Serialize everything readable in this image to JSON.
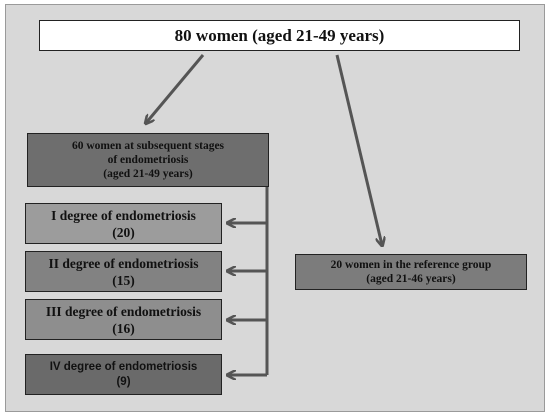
{
  "top": {
    "label": "80 women (aged  21-49  years)"
  },
  "main_group": {
    "line1": "60 women at subsequent stages",
    "line2": "of endometriosis",
    "line3": "(aged 21-49 years)"
  },
  "degrees": [
    {
      "label": "I degree  of endometriosis",
      "count": "(20)"
    },
    {
      "label": "II degree   of endometriosis",
      "count": "(15)"
    },
    {
      "label": "III degree   of endometriosis",
      "count": "(16)"
    },
    {
      "label": "IV degree of endometriosis",
      "count": "(9)"
    }
  ],
  "reference": {
    "line1": "20 women in the reference group",
    "line2": "(aged 21-46 years)"
  },
  "colors": {
    "background": "#d8d8d8",
    "arrow": "#555555"
  }
}
